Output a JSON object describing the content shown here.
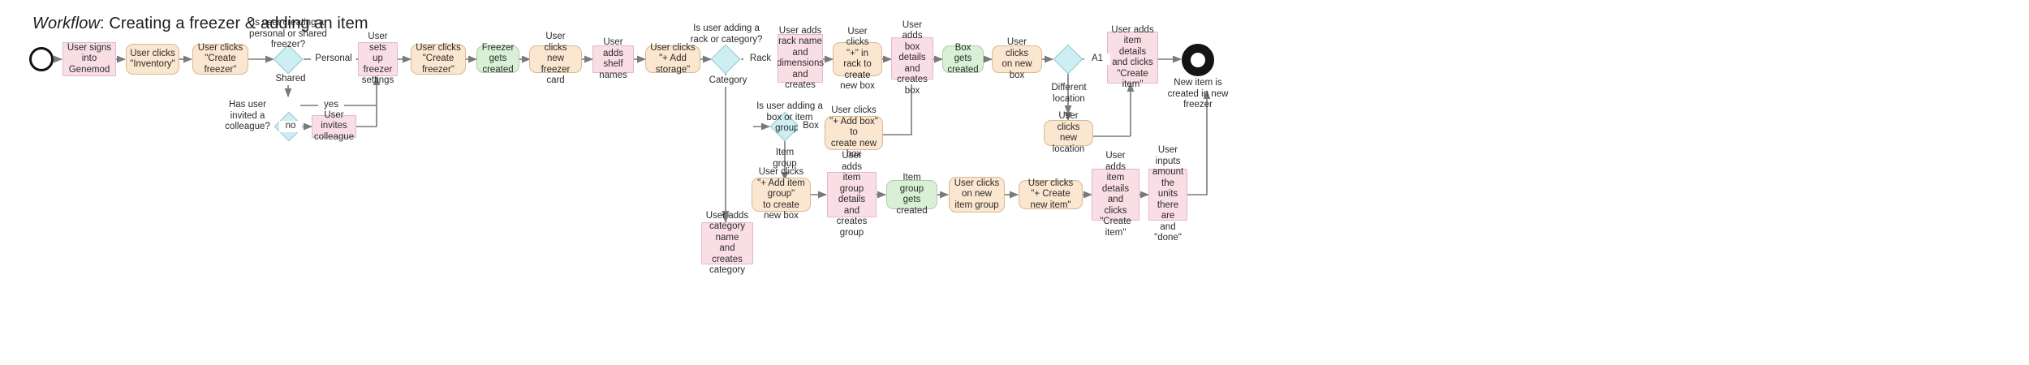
{
  "title": {
    "prefix": "Workflow",
    "rest": ": Creating a freezer & adding an item"
  },
  "colors": {
    "action_fill": "#fbe6cf",
    "action_stroke": "#d9b893",
    "data_fill": "#fadee6",
    "data_stroke": "#e0b9c8",
    "result_fill": "#d9f0d6",
    "result_stroke": "#a9cfa6",
    "decision_fill": "#cdeef2",
    "decision_stroke": "#94c7cf",
    "edge_stroke": "#7a7a7a",
    "terminator_stroke": "#141414",
    "text": "#2b2b2b"
  },
  "nodes": {
    "start": "",
    "sign_in": "User signs\ninto\nGenemod",
    "click_inventory": "User clicks\n\"Inventory\"",
    "click_create_freezer_1": "User clicks\n\"Create freezer\"",
    "invite_colleague": "User invites\ncolleague",
    "setup_freezer_settings": "User sets\nup freezer\nsettings",
    "click_create_freezer_2": "User clicks\n\"Create freezer\"",
    "freezer_created": "Freezer gets\ncreated",
    "click_new_freezer_card": "User clicks\nnew freezer card",
    "add_shelf_names": "User adds\nshelf names",
    "click_add_storage": "User clicks\n\"+ Add storage\"",
    "add_rack_name": "User adds\nrack name\nand\ndimensions\nand creates",
    "click_plus_in_rack": "User clicks\n\"+\" in rack to\ncreate new box",
    "add_box_details": "User adds\nbox details\nand creates\nbox",
    "box_created": "Box gets\ncreated",
    "click_on_new_box": "User clicks\non new box",
    "add_item_details_top": "User adds\nitem details\nand clicks\n\"Create\nitem\"",
    "click_new_location": "User clicks\nnew location",
    "add_category_name": "User adds\ncategory name\nand creates\ncategory",
    "click_add_box": "User clicks\n\"+ Add box\" to\ncreate new box",
    "click_add_item_group": "User clicks\n\"+ Add item group\"\nto create new box",
    "add_item_group_details": "User adds\nitem group\ndetails and\ncreates group",
    "item_group_created": "Item group\ngets created",
    "click_on_new_item_group": "User clicks\non new\nitem group",
    "click_create_new_item": "User clicks\n\"+ Create new item\"",
    "add_item_details_bottom": "User adds\nitem details\nand clicks\n\"Create\nitem\"",
    "input_amount_units": "User inputs\namount the\nunits there\nare and\n\"done\"",
    "end": ""
  },
  "decisions": {
    "personal_or_shared_question": "Is user creating a\npersonal or shared\nfreezer?",
    "colleague_question": "Has user invited a\ncolleague?",
    "rack_or_category_question": "Is user adding a\nrack or category?",
    "box_or_item_group_question": "Is user adding a\nbox or item group?",
    "location_question": ""
  },
  "edge_labels": {
    "personal": "Personal",
    "shared": "Shared",
    "yes": "yes",
    "no": "no",
    "rack": "Rack",
    "category": "Category",
    "box": "Box",
    "item_group": "Item\ngroup",
    "a1": "A1",
    "different_location": "Different\nlocation"
  },
  "annotations": {
    "end_caption": "New item is\ncreated in new\nfreezer"
  }
}
